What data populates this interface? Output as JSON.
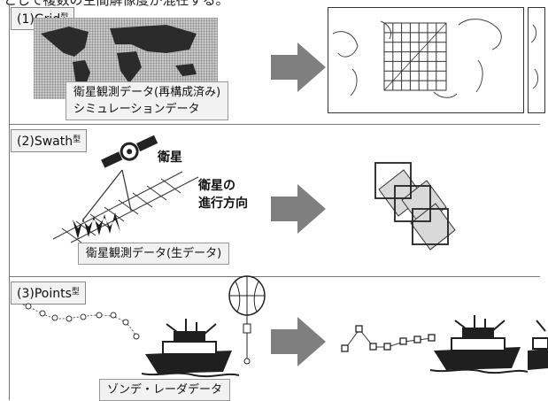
{
  "top_text": "として複数の空間解像度が混在する。",
  "sections": {
    "grid": {
      "label_main": "(1)Grid",
      "label_suffix": "型",
      "caption_line1": "衛星観測データ(再構成済み)",
      "caption_line2": "シミュレーションデータ"
    },
    "swath": {
      "label_main": "(2)Swath",
      "label_suffix": "型",
      "satellite_text": "衛星",
      "direction_line1": "衛星の",
      "direction_line2": "進行方向",
      "caption": "衛星観測データ(生データ)"
    },
    "points": {
      "label_main": "(3)Points",
      "label_suffix": "型",
      "caption": "ゾンデ・レーダデータ"
    }
  },
  "colors": {
    "arrow": "#7f7f7f",
    "label_bg": "#f2f2f2",
    "swath_fill": "#d9d9d9"
  }
}
